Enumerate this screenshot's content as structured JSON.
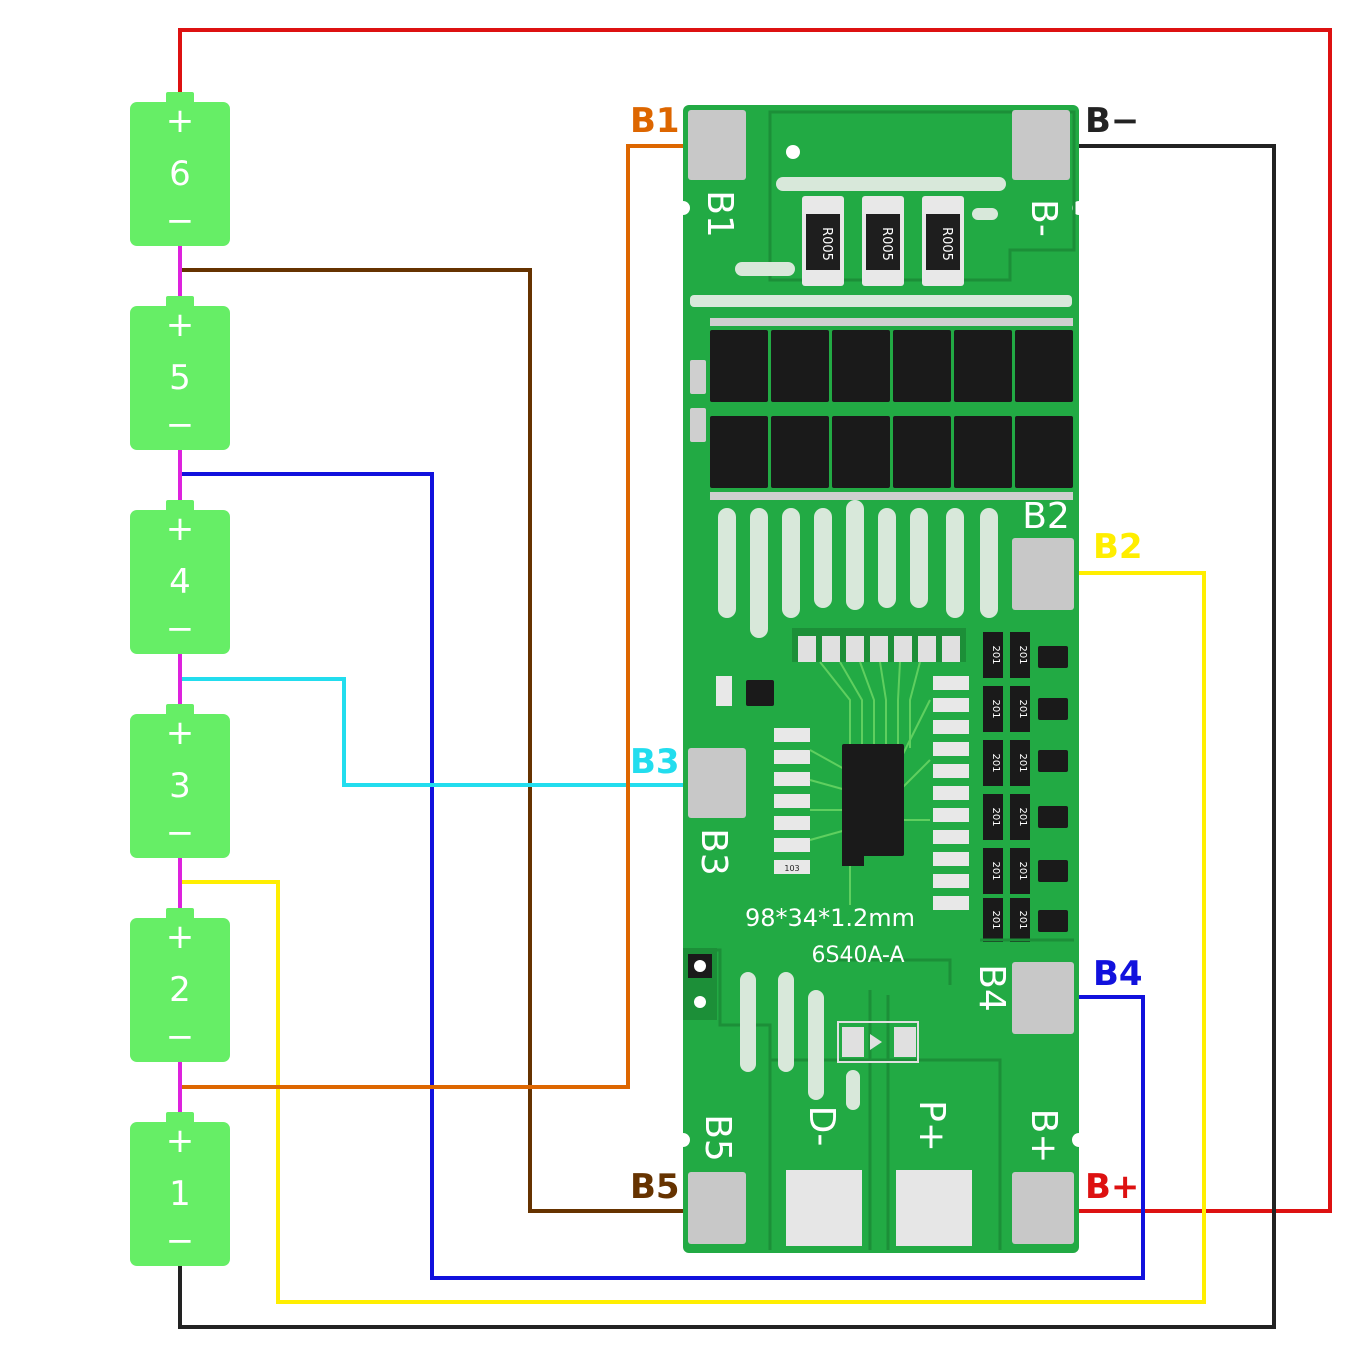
{
  "cells": [
    {
      "number": "6",
      "plus": "+",
      "minus": "−"
    },
    {
      "number": "5",
      "plus": "+",
      "minus": "−"
    },
    {
      "number": "4",
      "plus": "+",
      "minus": "−"
    },
    {
      "number": "3",
      "plus": "+",
      "minus": "−"
    },
    {
      "number": "2",
      "plus": "+",
      "minus": "−"
    },
    {
      "number": "1",
      "plus": "+",
      "minus": "−"
    }
  ],
  "wire_labels": {
    "b1": "B1",
    "b_minus": "B−",
    "b2": "B2",
    "b3": "B3",
    "b4": "B4",
    "b5": "B5",
    "b_plus": "B+"
  },
  "board": {
    "silk_b1": "B1",
    "silk_b_minus": "B-",
    "silk_b2": "B2",
    "silk_b3": "B3",
    "silk_b4": "B4",
    "silk_b5": "B5",
    "silk_d_minus": "D-",
    "silk_p_plus": "P+",
    "silk_b_plus": "B+",
    "size_text": "98*34*1.2mm",
    "model_text": "6S40A-A",
    "shunt_label": "R005",
    "resistor_label": "201",
    "small_label": "103"
  },
  "colors": {
    "cell": "#66ee66",
    "interconnect": "#dd22dd",
    "b_plus_wire": "#dd1111",
    "b_minus_wire": "#222222",
    "b1_wire": "#dd6600",
    "b2_wire": "#ffee00",
    "b3_wire": "#22ddee",
    "b4_wire": "#1111dd",
    "b5_wire": "#663300",
    "pcb": "#22aa44",
    "pad": "#c8c8c8"
  }
}
